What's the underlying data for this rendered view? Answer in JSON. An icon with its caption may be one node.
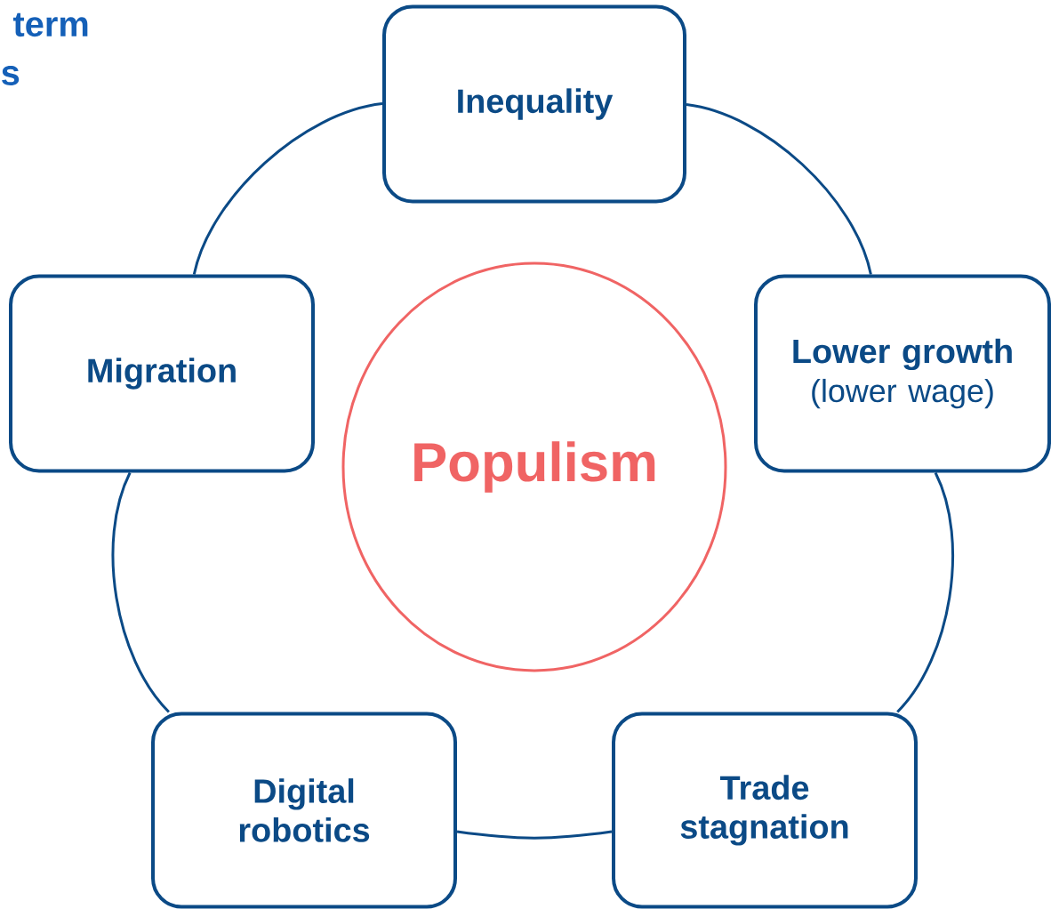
{
  "diagram": {
    "nodes": [
      {
        "text": [
          "Inequality"
        ]
      },
      {
        "text": [
          "Migration"
        ]
      },
      {
        "text": [
          "Populism"
        ]
      },
      {
        "text": [
          "Lower growth",
          "(lower wage)"
        ]
      },
      {
        "text": [
          "Digital robotics"
        ]
      },
      {
        "text": [
          "Trade stagnation"
        ]
      }
    ],
    "edges": [
      {
        "from": 0,
        "to": 3,
        "arrow": "none"
      },
      {
        "from": 3,
        "to": 5,
        "arrow": "none"
      },
      {
        "from": 5,
        "to": 4,
        "arrow": "none"
      },
      {
        "from": 4,
        "to": 1,
        "arrow": "none"
      },
      {
        "from": 1,
        "to": 0,
        "arrow": "none"
      }
    ],
    "labels": [
      "term",
      "s"
    ]
  }
}
